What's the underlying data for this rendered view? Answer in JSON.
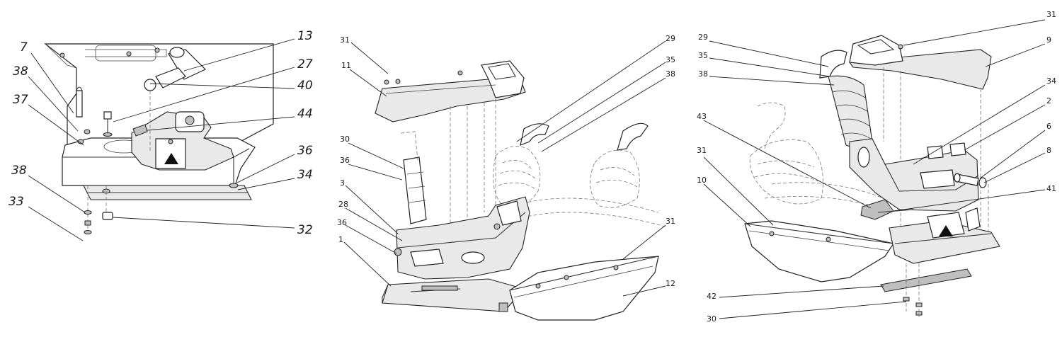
{
  "figure": {
    "left_view": {
      "callouts": [
        "7",
        "38",
        "37",
        "38",
        "33",
        "13",
        "27",
        "40",
        "44",
        "36",
        "34",
        "32"
      ]
    },
    "middle_view": {
      "callouts": [
        "31",
        "11",
        "30",
        "36",
        "3",
        "28",
        "36",
        "1",
        "29",
        "35",
        "38",
        "31",
        "12"
      ]
    },
    "right_view": {
      "callouts": [
        "29",
        "35",
        "38",
        "43",
        "31",
        "10",
        "31",
        "9",
        "34",
        "2",
        "6",
        "8",
        "41",
        "42",
        "30"
      ]
    }
  },
  "colors": {
    "ink": "#222222",
    "paper": "#ffffff",
    "shade": "#bfbfbf"
  }
}
